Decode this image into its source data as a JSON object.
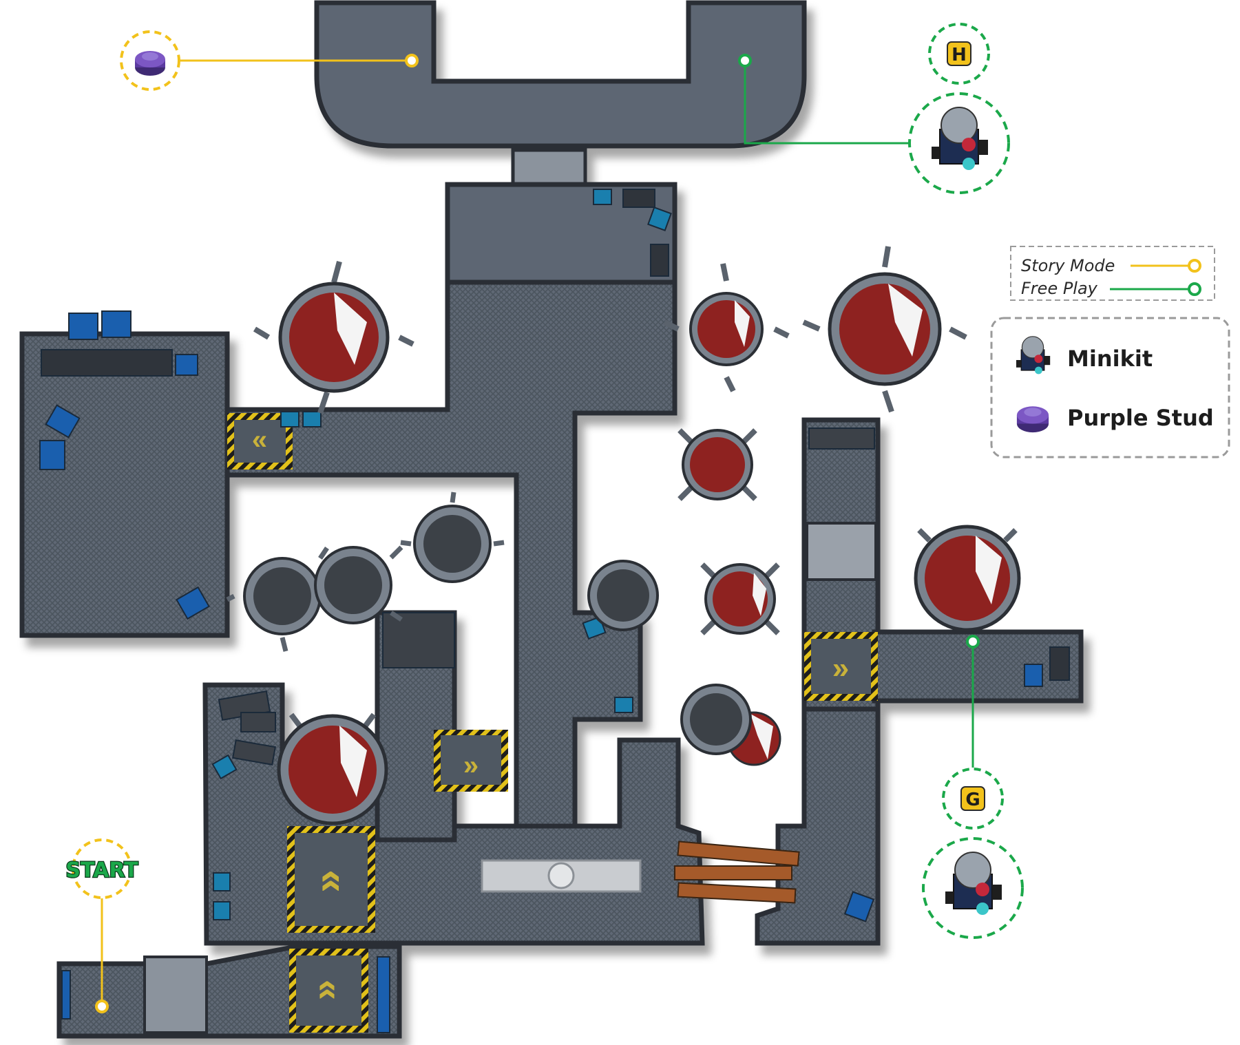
{
  "map": {
    "markers": {
      "start_label": "START",
      "g_label": "G",
      "h_label": "H"
    },
    "legend": {
      "path_key": [
        {
          "label": "Story Mode",
          "color": "#f2c21b"
        },
        {
          "label": "Free Play",
          "color": "#1ba84a"
        }
      ],
      "collectibles": [
        {
          "label": "Minikit",
          "icon": "minikit-icon"
        },
        {
          "label": "Purple Stud",
          "icon": "purple-stud-icon"
        }
      ]
    },
    "colors": {
      "floor": "#5d6673",
      "floor_dark": "#4a525d",
      "wall": "#2b2f35",
      "dome_red": "#8e2220",
      "story_line": "#f2c21b",
      "free_line": "#1ba84a",
      "crate": "#1a5fae",
      "hazard": "#e2c11a"
    }
  }
}
